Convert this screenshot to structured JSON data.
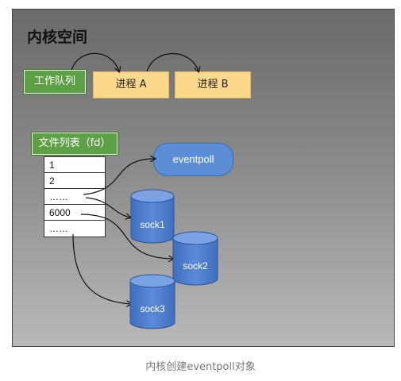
{
  "kernel": {
    "title": "内核空间"
  },
  "work_queue": {
    "label": "工作队列"
  },
  "processes": [
    {
      "label": "进程 A"
    },
    {
      "label": "进程 B"
    }
  ],
  "fd_list": {
    "label": "文件列表（fd）",
    "rows": [
      "1",
      "2",
      "……",
      "6000",
      "……"
    ]
  },
  "eventpoll": {
    "label": "eventpoll"
  },
  "sockets": [
    {
      "label": "sock1"
    },
    {
      "label": "sock2"
    },
    {
      "label": "sock3"
    }
  ],
  "caption": "内核创建eventpoll对象",
  "colors": {
    "green_box": "#5da046",
    "process_box": "#fbd88b",
    "blue_shape": "#5b8ed6"
  }
}
